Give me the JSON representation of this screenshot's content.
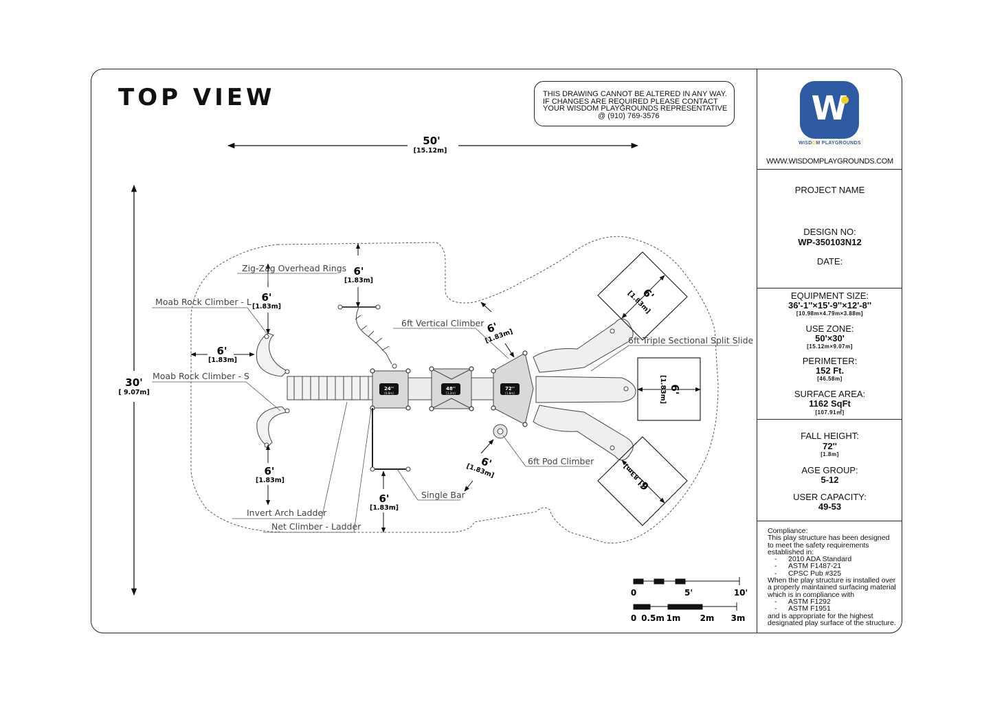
{
  "title": "TOP VIEW",
  "notice": {
    "line1": "THIS DRAWING CANNOT BE ALTERED IN ANY WAY.",
    "line2": "IF CHANGES ARE REQUIRED PLEASE CONTACT",
    "line3": "YOUR WISDOM PLAYGROUNDS REPRESENTATIVE",
    "line4": "@ (910) 769-3576"
  },
  "overall_dims": {
    "width": "50'",
    "width_metric": "[15.12m]",
    "height": "30'",
    "height_metric": "[ 9.07m]"
  },
  "clearances": {
    "ft": "6'",
    "metric": "[1.83m]"
  },
  "components": {
    "zigzag_rings": "Zig-Zag Overhead Rings",
    "moab_l": "Moab Rock Climber - L",
    "moab_s": "Moab Rock Climber - S",
    "vertical_climber": "6ft Vertical Climber",
    "triple_slide": "6ft Triple Sectional Split Slide",
    "pod_climber": "6ft Pod Climber",
    "single_bar": "Single Bar",
    "invert_arch": "Invert Arch Ladder",
    "net_climber": "Net Climber - Ladder"
  },
  "deck_heights": [
    {
      "ft": "24''",
      "m": "[0.6m]"
    },
    {
      "ft": "48''",
      "m": "[1.2m]"
    },
    {
      "ft": "72''",
      "m": "[1.8m]"
    }
  ],
  "scale_bar": {
    "imperial": [
      "0",
      "5'",
      "10'"
    ],
    "metric": [
      "0",
      "0.5m",
      "1m",
      "2m",
      "3m"
    ]
  },
  "brand": {
    "logo_letter": "W",
    "name_part1": "WISD",
    "name_o": "O",
    "name_part2": "M PLAYGROUNDS",
    "website": "WWW.WISDOMPLAYGROUNDS.COM",
    "primary_color": "#2d5aa0",
    "accent_color": "#f4d11c"
  },
  "project": {
    "project_name_label": "PROJECT NAME",
    "design_no_label": "DESIGN NO:",
    "design_no": "WP-350103N12",
    "date_label": "DATE:"
  },
  "specs": {
    "equipment_size_label": "EQUIPMENT SIZE:",
    "equipment_size": "36'-1''×15'-9''×12'-8''",
    "equipment_size_m": "[10.98m×4.79m×3.88m]",
    "use_zone_label": "USE ZONE:",
    "use_zone": "50'×30'",
    "use_zone_m": "[15.12m×9.07m]",
    "perimeter_label": "PERIMETER:",
    "perimeter": "152 Ft.",
    "perimeter_m": "[46.58m]",
    "surface_area_label": "SURFACE AREA:",
    "surface_area": "1162 SqFt",
    "surface_area_m": "[107.91㎡]",
    "fall_height_label": "FALL HEIGHT:",
    "fall_height": "72''",
    "fall_height_m": "[1.8m]",
    "age_group_label": "AGE GROUP:",
    "age_group": "5-12",
    "user_capacity_label": "USER CAPACITY:",
    "user_capacity": "49-53"
  },
  "compliance": {
    "heading": "Compliance:",
    "intro1": "This play structure has been designed",
    "intro2": "to meet the safety requirements",
    "intro3": "established in:",
    "bullet": "-",
    "std1": "2010 ADA Standard",
    "std2": "ASTM F1487-21",
    "std3": "CPSC Pub #325",
    "mid1": "When the play structure is installed over",
    "mid2": "a properly maintained surfacing material",
    "mid3": "which is in compliance with",
    "std4": "ASTM F1292",
    "std5": "ASTM F1951",
    "end1": "and is appropriate for the highest",
    "end2": "designated play surface of the structure."
  }
}
